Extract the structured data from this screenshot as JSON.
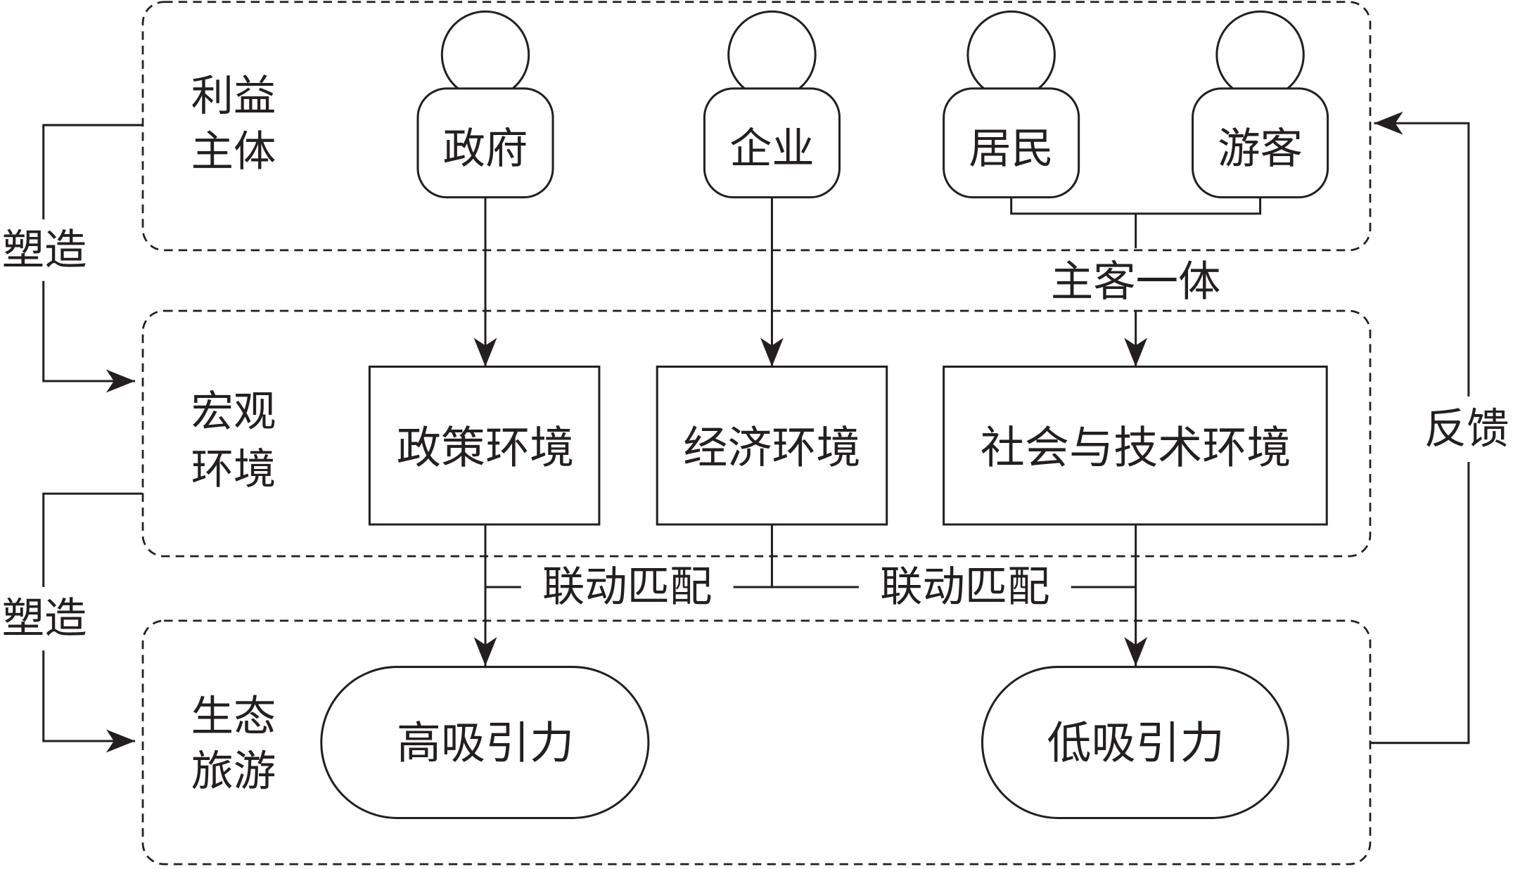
{
  "layers": {
    "stakeholders": {
      "line1": "利益",
      "line2": "主体"
    },
    "macro": {
      "line1": "宏观",
      "line2": "环境"
    },
    "ecotourism": {
      "line1": "生态",
      "line2": "旅游"
    }
  },
  "actors": [
    {
      "label": "政府"
    },
    {
      "label": "企业"
    },
    {
      "label": "居民"
    },
    {
      "label": "游客"
    }
  ],
  "host_guest_label": "主客一体",
  "environments": [
    {
      "label": "政策环境"
    },
    {
      "label": "经济环境"
    },
    {
      "label": "社会与技术环境"
    }
  ],
  "linkage_labels": [
    "联动匹配",
    "联动匹配"
  ],
  "outcomes": [
    {
      "label": "高吸引力"
    },
    {
      "label": "低吸引力"
    }
  ],
  "shaping_labels": [
    "塑造",
    "塑造"
  ],
  "feedback_label": "反馈"
}
